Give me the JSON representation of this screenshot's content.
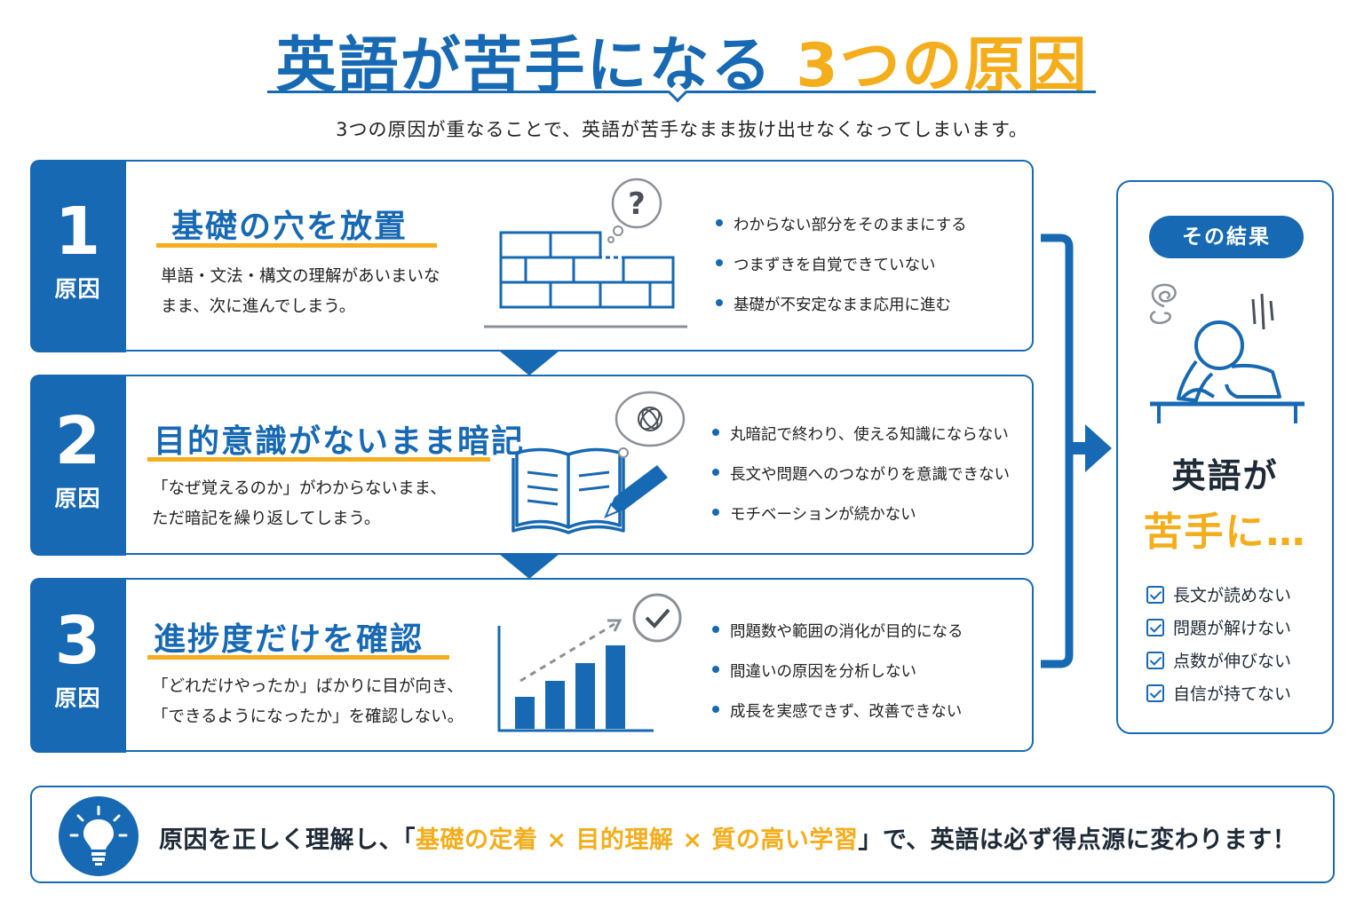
{
  "title": {
    "main": "英語が苦手になる",
    "accent": "3つの原因"
  },
  "subtitle": "3つの原因が重なることで、英語が苦手なまま抜け出せなくなってしまいます。",
  "causes": [
    {
      "number": "1",
      "label": "原因",
      "heading": "基礎の穴を放置",
      "desc": [
        "単語・文法・構文の理解があいまいな",
        "まま、次に進んでしまう。"
      ],
      "points": [
        "わからない部分をそのままにする",
        "つまずきを自覚できていない",
        "基礎が不安定なまま応用に進む"
      ],
      "icon": "brick-wall-question-icon"
    },
    {
      "number": "2",
      "label": "原因",
      "heading": "目的意識がないまま暗記",
      "desc": [
        "「なぜ覚えるのか」がわからないまま、",
        "ただ暗記を繰り返してしまう。"
      ],
      "points": [
        "丸暗記で終わり、使える知識にならない",
        "長文や問題へのつながりを意識できない",
        "モチベーションが続かない"
      ],
      "icon": "open-book-pencil-icon"
    },
    {
      "number": "3",
      "label": "原因",
      "heading": "進捗度だけを確認",
      "desc": [
        "「どれだけやったか」ばかりに目が向き、",
        "「できるようになったか」を確認しない。"
      ],
      "points": [
        "問題数や範囲の消化が目的になる",
        "間違いの原因を分析しない",
        "成長を実感できず、改善できない"
      ],
      "icon": "bar-chart-check-icon"
    }
  ],
  "result": {
    "pill": "その結果",
    "line1": "英語が",
    "line2": "苦手に…",
    "items": [
      "長文が読めない",
      "問題が解けない",
      "点数が伸びない",
      "自信が持てない"
    ],
    "icon": "frustrated-student-icon"
  },
  "bottom": {
    "prefix": "原因を正しく理解し、「",
    "highlight": "基礎の定着 × 目的理解 × 質の高い学習",
    "suffix": "」で、英語は必ず得点源に変わります！",
    "icon": "lightbulb-icon"
  },
  "colors": {
    "primary": "#1769b3",
    "accent": "#f4ad1b",
    "text": "#1e2a36"
  }
}
